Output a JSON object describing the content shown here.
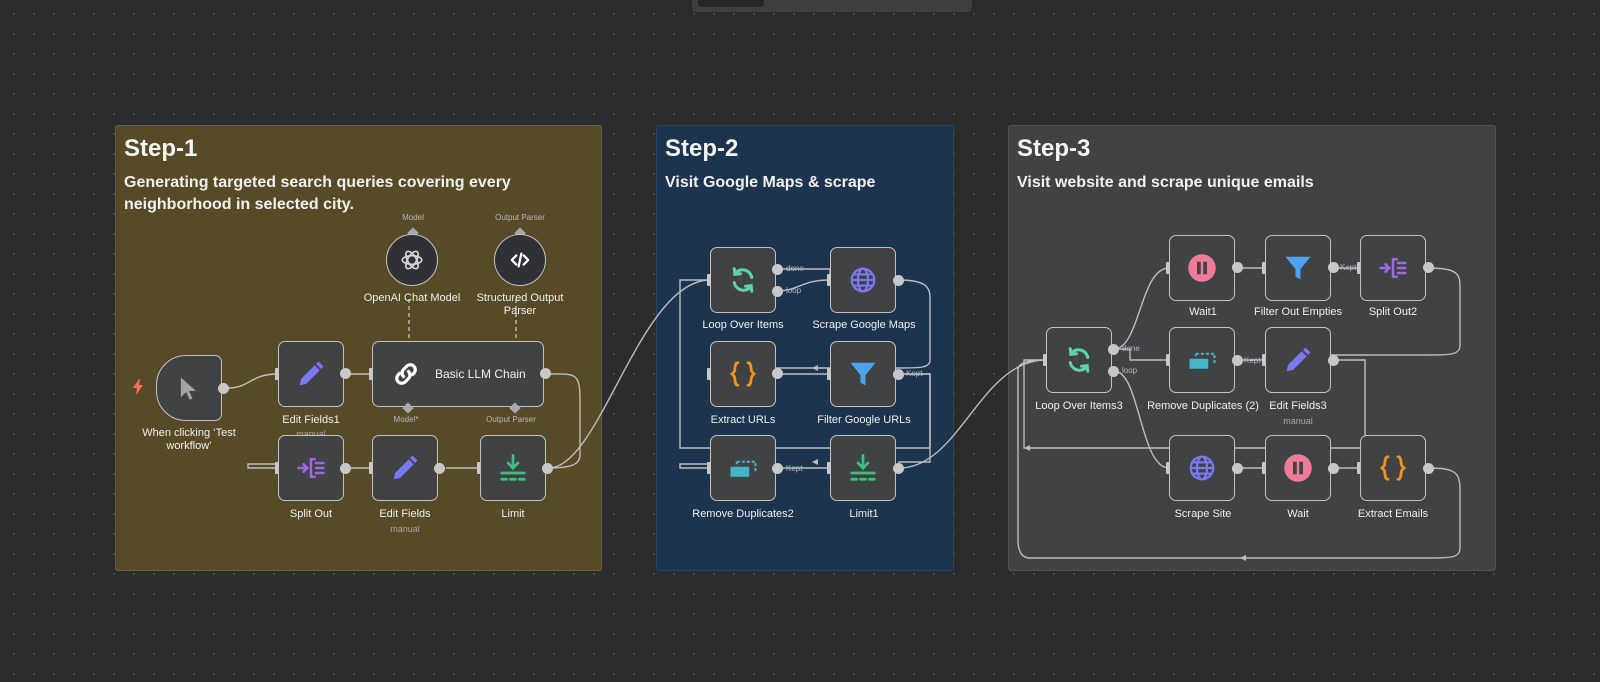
{
  "stickies": {
    "step1": {
      "title": "Step-1",
      "description": "Generating targeted search queries covering every neighborhood in selected city."
    },
    "step2": {
      "title": "Step-2",
      "description": "Visit Google Maps & scrape"
    },
    "step3": {
      "title": "Step-3",
      "description": "Visit website and scrape unique emails"
    }
  },
  "nodes": {
    "trigger": {
      "label": "When clicking ‘Test workflow’",
      "icon": "cursor-icon"
    },
    "edit_fields1": {
      "label": "Edit Fields1",
      "sub": "manual",
      "icon": "pencil-icon"
    },
    "basic_llm_chain": {
      "label": "Basic LLM Chain",
      "icon": "chain-link-icon"
    },
    "openai_chat_model": {
      "label": "OpenAI Chat Model",
      "icon": "openai-icon"
    },
    "structured_output_parser": {
      "label": "Structured Output Parser",
      "icon": "code-icon"
    },
    "split_out": {
      "label": "Split Out",
      "icon": "split-icon"
    },
    "edit_fields": {
      "label": "Edit Fields",
      "sub": "manual",
      "icon": "pencil-icon"
    },
    "limit": {
      "label": "Limit",
      "icon": "limit-icon"
    },
    "loop_over_items": {
      "label": "Loop Over Items",
      "icon": "loop-icon"
    },
    "scrape_google_maps": {
      "label": "Scrape Google Maps",
      "icon": "globe-icon"
    },
    "extract_urls": {
      "label": "Extract URLs",
      "icon": "braces-icon"
    },
    "filter_google_urls": {
      "label": "Filter Google URLs",
      "icon": "filter-icon"
    },
    "remove_duplicates2": {
      "label": "Remove Duplicates2",
      "icon": "dedupe-icon"
    },
    "limit1": {
      "label": "Limit1",
      "icon": "limit-icon"
    },
    "loop_over_items3": {
      "label": "Loop Over Items3",
      "icon": "loop-icon"
    },
    "wait1": {
      "label": "Wait1",
      "icon": "pause-icon"
    },
    "filter_out_empties": {
      "label": "Filter Out Empties",
      "icon": "filter-icon"
    },
    "split_out2": {
      "label": "Split Out2",
      "icon": "split-icon"
    },
    "remove_duplicates_2": {
      "label": "Remove Duplicates (2)",
      "icon": "dedupe-icon"
    },
    "edit_fields3": {
      "label": "Edit Fields3",
      "sub": "manual",
      "icon": "pencil-icon"
    },
    "scrape_site": {
      "label": "Scrape Site",
      "icon": "globe-icon"
    },
    "wait": {
      "label": "Wait",
      "icon": "pause-icon"
    },
    "extract_emails": {
      "label": "Extract Emails",
      "icon": "braces-icon"
    }
  },
  "port_labels": {
    "model": "Model",
    "output_parser": "Output Parser",
    "model_required": "Model*",
    "done": "done",
    "loop": "loop",
    "kept": "Kept"
  },
  "colors": {
    "step1_bg": "#574a26",
    "step2_bg": "#1c344d",
    "step3_bg": "#414243",
    "canvas_bg": "#2b2c2d",
    "trigger_bolt": "#ff6d5a",
    "pencil": "#7b78f0",
    "loop": "#5fd3a8",
    "globe": "#7b78f0",
    "braces": "#f0941c",
    "filter": "#4ca4ef",
    "dedupe": "#45b4c8",
    "limit": "#3fbf7f",
    "pause": "#f07b97",
    "split": "#a167e4"
  }
}
